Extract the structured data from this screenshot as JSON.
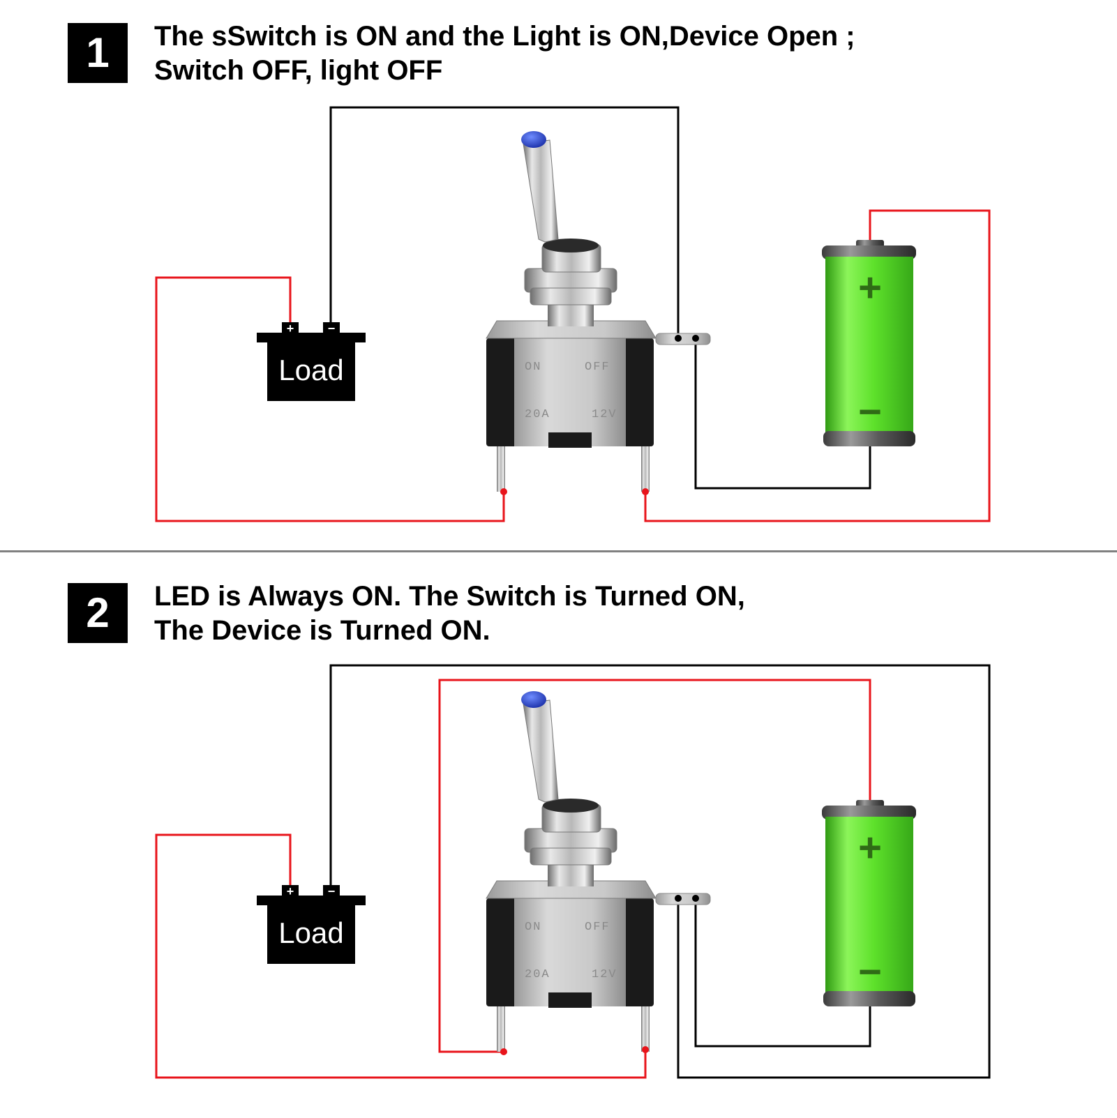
{
  "colors": {
    "wire_positive": "#e8141b",
    "wire_negative": "#000000",
    "battery_body": "#5ee12b",
    "led": "#1e3ec8",
    "divider": "#808080"
  },
  "panels": [
    {
      "number": "1",
      "title_line1": "The sSwitch is ON and the Light is ON,Device Open ;",
      "title_line2": "Switch OFF, light OFF",
      "load": {
        "label": "Load",
        "plus": "+",
        "minus": "−"
      },
      "switch": {
        "label_on": "ON",
        "label_off": "OFF",
        "label_amp": "20A",
        "label_volt": "12V"
      },
      "battery": {
        "plus": "+",
        "minus": "−"
      }
    },
    {
      "number": "2",
      "title_line1": "LED is Always ON. The Switch is Turned ON,",
      "title_line2": "The Device is Turned ON.",
      "load": {
        "label": "Load",
        "plus": "+",
        "minus": "−"
      },
      "switch": {
        "label_on": "ON",
        "label_off": "OFF",
        "label_amp": "20A",
        "label_volt": "12V"
      },
      "battery": {
        "plus": "+",
        "minus": "−"
      }
    }
  ]
}
